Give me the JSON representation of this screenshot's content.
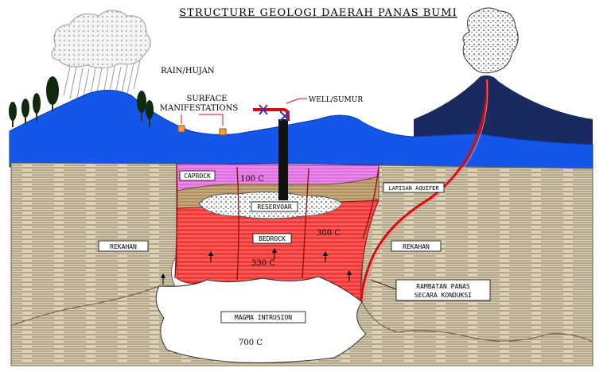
{
  "title": "STRUCTURE GEOLOGI DAERAH PANAS BUMI",
  "labels": {
    "rain": "RAIN/HUJAN",
    "surface_line1": "SURFACE",
    "surface_line2": "MANIFESTATIONS",
    "well": "WELL/SUMUR",
    "caprock": "CAPROCK",
    "temp_caprock": "100 C",
    "aquifer": "LAPISAN AQUIFER",
    "reservoir": "RESERVOAR",
    "bedrock": "BEDROCK",
    "temp_bedrock_right": "300 C",
    "temp_bedrock_low": "330 C",
    "fracture_left": "REKAHAN",
    "fracture_right": "REKAHAN",
    "conduction_line1": "RAMBATAN PANAS",
    "conduction_line2": "SECARA KONDUKSI",
    "magma": "MAGMA INTRUSION",
    "temp_magma": "700 C"
  },
  "colors": {
    "sky_mountain": "#1457e8",
    "volcano": "#1a2a5e",
    "strata": "#dcd2b8",
    "caprock": "#e070e0",
    "bedrock": "#f03a3a",
    "aquifer": "#c8a878",
    "well": "#111111",
    "pipe": "#d01010"
  }
}
